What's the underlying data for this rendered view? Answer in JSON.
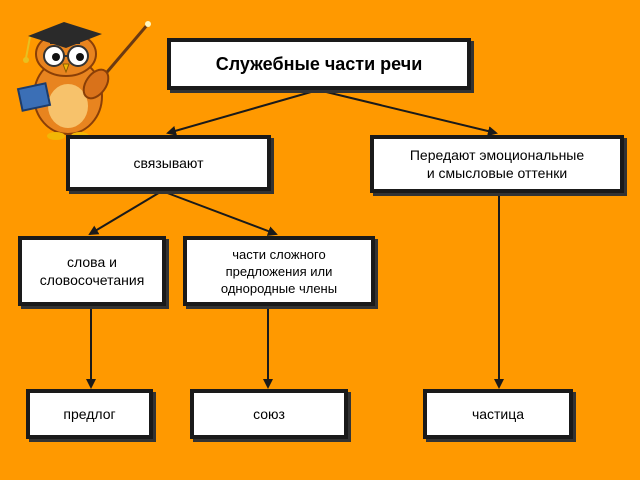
{
  "diagram": {
    "title": "Служебные части речи",
    "connect": "связывают",
    "emotional": "Передают эмоциональные\nи смысловые оттенки",
    "words": "слова и\nсловосочетания",
    "clause_parts": "части сложного\nпредложения или\nоднородные члены",
    "preposition": "предлог",
    "conjunction": "союз",
    "particle": "частица"
  },
  "colors": {
    "background": "#FF9900",
    "box_fill": "#FFFFFF",
    "box_border": "#1A1A1A",
    "arrow": "#1A1A1A"
  },
  "icons": [
    "owl-scholar-icon"
  ]
}
